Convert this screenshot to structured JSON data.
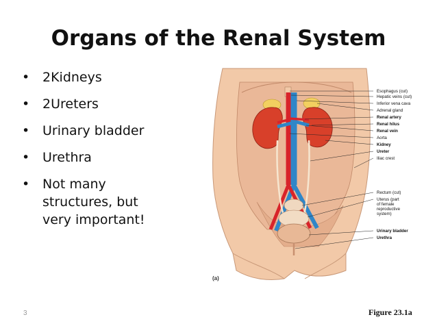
{
  "slide": {
    "title": "Organs of the Renal System",
    "bullets": [
      "2Kidneys",
      "2Ureters",
      "Urinary bladder",
      "Urethra",
      "Not many structures, but very important!"
    ],
    "bullet_glyph": "•",
    "page_number": "3",
    "figure_label": "Figure 23.1a",
    "figure_panel": "(a)"
  },
  "figure": {
    "labels": [
      "Esophagus (cut)",
      "Hepatic veins (cut)",
      "Inferior vena cava",
      "Adrenal gland",
      "Renal artery",
      "Renal hilus",
      "Renal vein",
      "Aorta",
      "Kidney",
      "Ureter",
      "Iliac crest",
      "Rectum (cut)",
      "Uterus (part",
      "of female",
      "reproductive",
      "system)",
      "Urinary bladder",
      "Urethra"
    ],
    "colors": {
      "skin": "#f2c9a8",
      "kidney": "#d8402a",
      "vein": "#2f86c8",
      "artery": "#d8232a",
      "adrenal": "#f2d060",
      "bladder": "#e8b896"
    }
  }
}
